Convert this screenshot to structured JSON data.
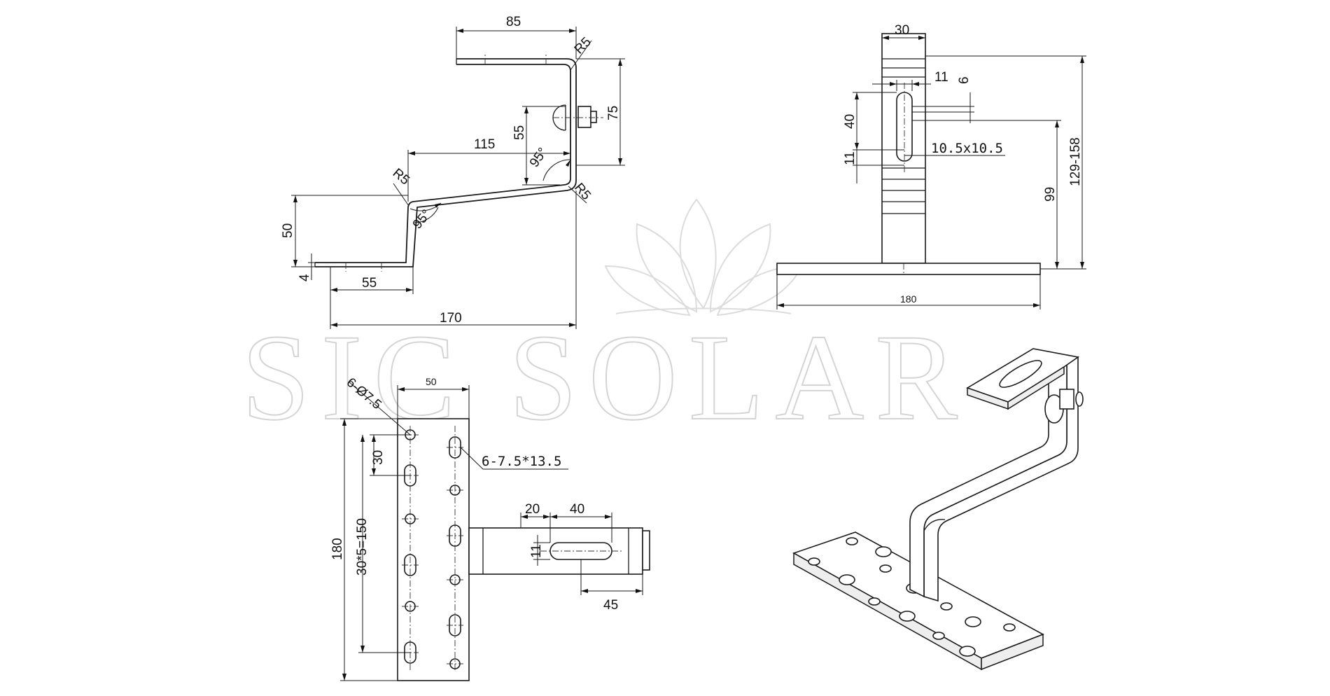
{
  "watermark": {
    "text": "SIC SOLAR"
  },
  "side_view": {
    "dims": {
      "top_width": "85",
      "radius_top": "R5",
      "upper_height": "75",
      "bolt_height": "55",
      "span": "115",
      "angle_upper": "95°",
      "radius_mid": "R5",
      "radius_low": "R5",
      "angle_lower": "95°",
      "drop": "50",
      "thickness": "4",
      "foot": "55",
      "overall": "170"
    }
  },
  "front_view": {
    "dims": {
      "width": "30",
      "slot_width": "11",
      "slot_end": "6",
      "slot_length": "40",
      "lower_gap": "11",
      "square_hole": "10.5x10.5",
      "height_base": "99",
      "height_range": "129-158",
      "base_length": "180"
    }
  },
  "top_view": {
    "dims": {
      "plate_width": "50",
      "holes": "6-Ø7.5",
      "hole_pitch": "30",
      "slots": "6-7.5*13.5",
      "pitch_total": "30*5=150",
      "plate_length": "180",
      "arm_offset": "20",
      "arm_slot": "40",
      "arm_slot_width": "11",
      "arm_end": "45"
    }
  }
}
